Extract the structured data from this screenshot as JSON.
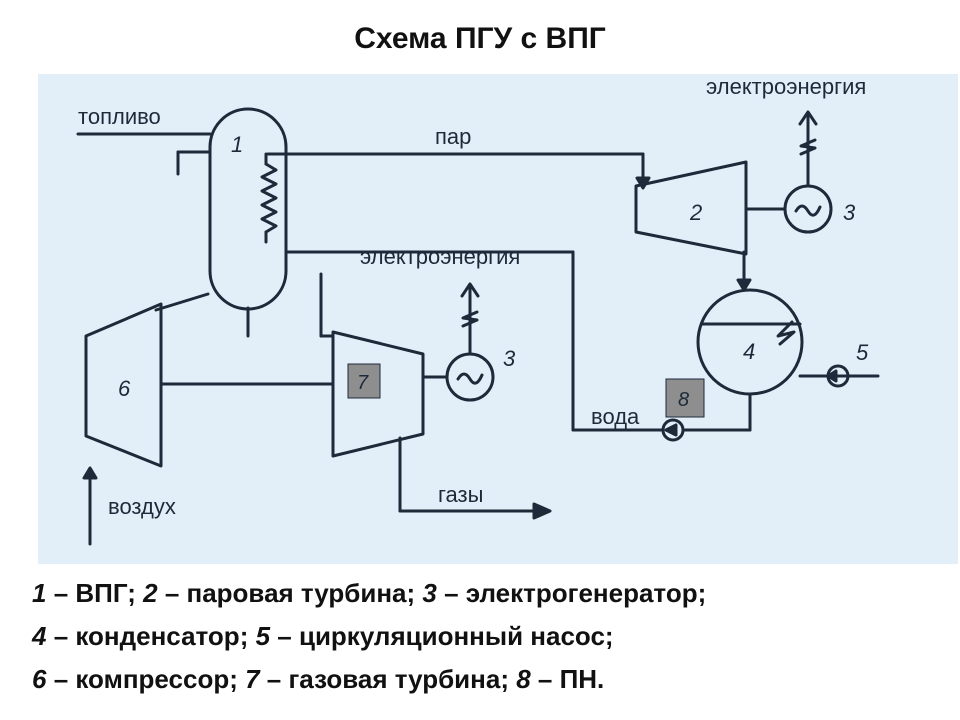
{
  "title": "Схема ПГУ  с ВПГ",
  "labels": {
    "fuel": "топливо",
    "steam": "пар",
    "electricity_top": "электроэнергия",
    "electricity_mid": "электроэнергия",
    "water": "вода",
    "gases": "газы",
    "air": "воздух",
    "n1": "1",
    "n2": "2",
    "n3a": "3",
    "n3b": "3",
    "n4": "4",
    "n5": "5",
    "n6": "6",
    "n7": "7",
    "n8": "8"
  },
  "legend": [
    [
      {
        "num": "1",
        "text": " – ВПГ; "
      },
      {
        "num": "2",
        "text": " – паровая турбина; "
      },
      {
        "num": "3",
        "text": " – электрогенератор;"
      }
    ],
    [
      {
        "num": "4",
        "text": " – конденсатор; "
      },
      {
        "num": "5",
        "text": " – циркуляционный насос;"
      }
    ],
    [
      {
        "num": "6",
        "text": " – компрессор; "
      },
      {
        "num": "7",
        "text": " – газовая турбина; "
      },
      {
        "num": "8",
        "text": " – ПН."
      }
    ]
  ],
  "colors": {
    "background": "#e3eff8",
    "line": "#1e2a3a",
    "badge": "#8e8e8e"
  }
}
